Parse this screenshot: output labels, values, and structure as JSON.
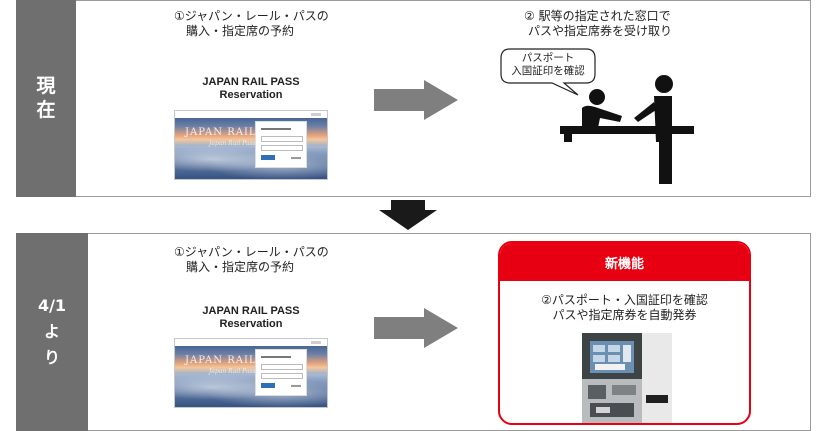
{
  "current": {
    "label": [
      "現",
      "在"
    ],
    "step1": [
      "①ジャパン・レール・パスの",
      "購入・指定席の予約"
    ],
    "site_title": [
      "JAPAN RAIL PASS",
      "Reservation"
    ],
    "site_logo": "JAPAN RAIL PASS",
    "site_logo_sub": "Japan Rail Pass Reservation",
    "step2": [
      "② 駅等の指定された窓口で",
      "パスや指定席券を受け取り"
    ],
    "bubble": [
      "パスポート",
      "入国証印を確認"
    ]
  },
  "future": {
    "label": [
      "4/1",
      "よ",
      "り"
    ],
    "step1": [
      "①ジャパン・レール・パスの",
      "購入・指定席の予約"
    ],
    "site_title": [
      "JAPAN RAIL PASS",
      "Reservation"
    ],
    "site_logo": "JAPAN RAIL PASS",
    "site_logo_sub": "Japan Rail Pass Reservation",
    "new_feature": "新機能",
    "step2": [
      "②パスポート・入国証印を確認",
      "パスや指定席券を自動発券"
    ]
  },
  "colors": {
    "label_bg": "#6f6f6f",
    "arrow": "#7f7f7f",
    "accent_red": "#e60012",
    "down_arrow": "#1a1a1a"
  },
  "icons": {
    "arrow": "right-arrow-icon",
    "down": "down-arrow-icon",
    "counter": "ticket-counter-scene-icon",
    "machine": "ticket-machine-icon"
  }
}
